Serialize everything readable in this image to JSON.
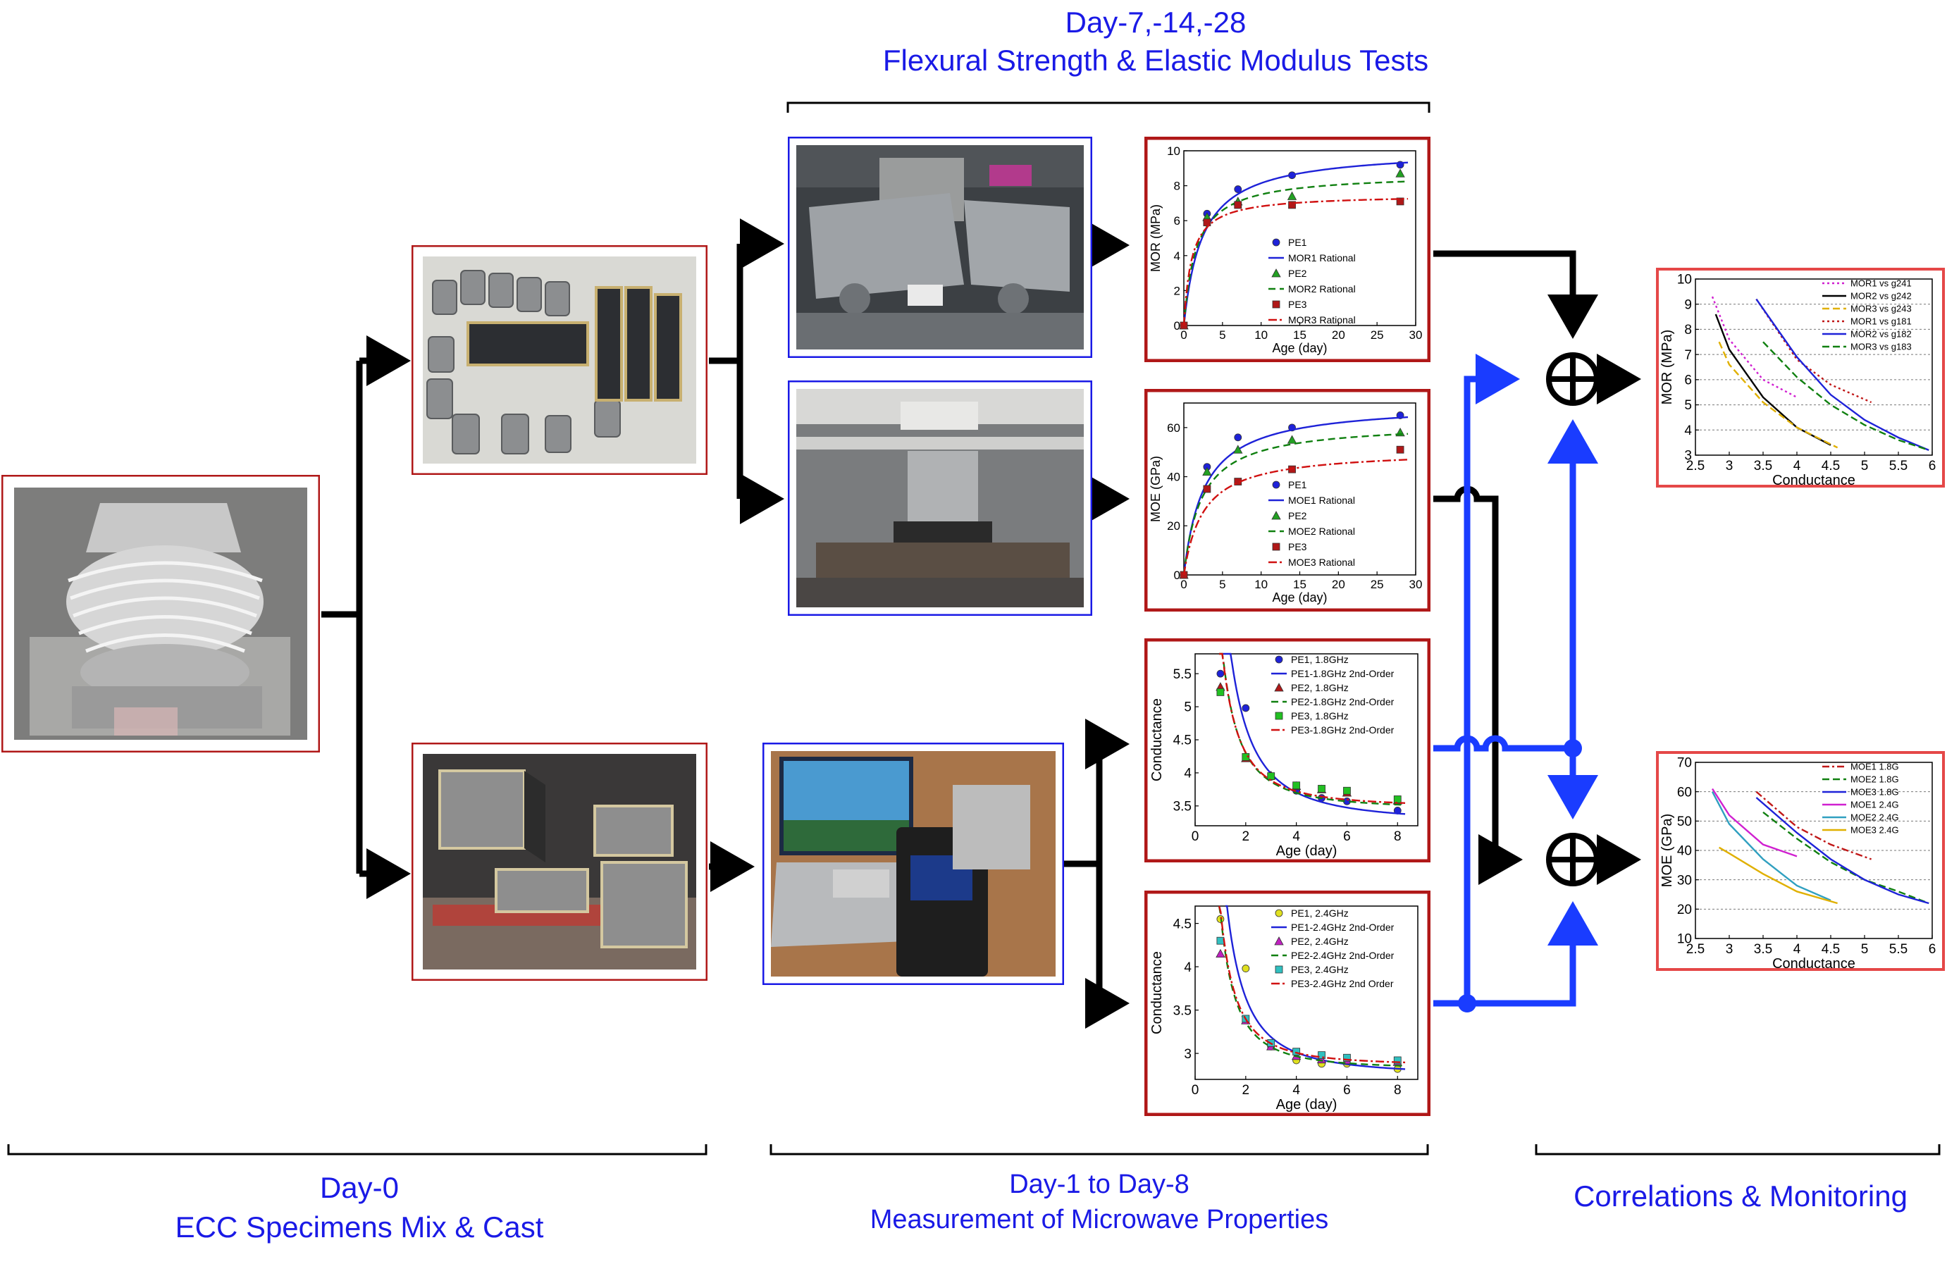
{
  "header": {
    "line1": "Day-7,-14,-28",
    "line2": "Flexural Strength & Elastic Modulus Tests"
  },
  "footer": {
    "day0_line1": "Day-0",
    "day0_line2": "ECC Specimens  Mix & Cast",
    "day18_line1": "Day-1 to Day-8",
    "day18_line2": "Measurement of Microwave Properties",
    "corr": "Correlations & Monitoring"
  },
  "colors": {
    "label_blue": "#1a1ae6",
    "frame_red": "#b01818",
    "frame_blue": "#1a1ae6",
    "arrow_blue": "#1a3cff",
    "frame_lightred": "#e54848"
  },
  "chart_data": [
    {
      "id": "mor",
      "type": "line",
      "xlabel": "Age (day)",
      "ylabel": "MOR (MPa)",
      "xlim": [
        0,
        30
      ],
      "ylim": [
        0,
        10
      ],
      "xticks": [
        0,
        5,
        10,
        15,
        20,
        25,
        30
      ],
      "yticks": [
        0,
        2,
        4,
        6,
        8,
        10
      ],
      "legend": "right",
      "series": [
        {
          "name": "PE1",
          "kind": "points",
          "marker": "circle",
          "color": "#1e22d8",
          "x": [
            0,
            3,
            7,
            14,
            28
          ],
          "y": [
            0,
            6.4,
            7.8,
            8.6,
            9.2
          ]
        },
        {
          "name": "MOR1 Rational",
          "kind": "curve",
          "dash": "",
          "color": "#1e22d8",
          "a": 10.1,
          "b": 2.4
        },
        {
          "name": "PE2",
          "kind": "points",
          "marker": "triangle",
          "color": "#22a022",
          "x": [
            0,
            3,
            7,
            14,
            28
          ],
          "y": [
            0,
            6.2,
            7.1,
            7.4,
            8.7
          ]
        },
        {
          "name": "MOR2 Rational",
          "kind": "curve",
          "dash": "10,6",
          "color": "#108010",
          "a": 8.7,
          "b": 1.6
        },
        {
          "name": "PE3",
          "kind": "points",
          "marker": "square",
          "color": "#b01818",
          "x": [
            0,
            3,
            7,
            14,
            28
          ],
          "y": [
            0,
            5.9,
            6.9,
            6.9,
            7.1
          ]
        },
        {
          "name": "MOR3 Rational",
          "kind": "curve",
          "dash": "12,4,3,4",
          "color": "#d01010",
          "a": 7.5,
          "b": 1.0
        }
      ]
    },
    {
      "id": "moe",
      "type": "line",
      "xlabel": "Age (day)",
      "ylabel": "MOE (GPa)",
      "xlim": [
        0,
        30
      ],
      "ylim": [
        0,
        70
      ],
      "xticks": [
        0,
        5,
        10,
        15,
        20,
        25,
        30
      ],
      "yticks": [
        0,
        20,
        40,
        60
      ],
      "legend": "right",
      "series": [
        {
          "name": "PE1",
          "kind": "points",
          "marker": "circle",
          "color": "#1e22d8",
          "x": [
            0,
            3,
            7,
            14,
            28
          ],
          "y": [
            0,
            44,
            56,
            60,
            65
          ]
        },
        {
          "name": "MOE1 Rational",
          "kind": "curve",
          "dash": "",
          "color": "#1e22d8",
          "a": 70,
          "b": 2.6
        },
        {
          "name": "PE2",
          "kind": "points",
          "marker": "triangle",
          "color": "#22a022",
          "x": [
            0,
            3,
            7,
            14,
            28
          ],
          "y": [
            0,
            42,
            51,
            55,
            58
          ]
        },
        {
          "name": "MOE2 Rational",
          "kind": "curve",
          "dash": "10,6",
          "color": "#108010",
          "a": 62,
          "b": 2.3
        },
        {
          "name": "PE3",
          "kind": "points",
          "marker": "square",
          "color": "#b01818",
          "x": [
            0,
            3,
            7,
            14,
            28
          ],
          "y": [
            0,
            35,
            38,
            43,
            51
          ]
        },
        {
          "name": "MOE3 Rational",
          "kind": "curve",
          "dash": "12,4,3,4",
          "color": "#d01010",
          "a": 51,
          "b": 2.5
        }
      ]
    },
    {
      "id": "g18",
      "type": "line",
      "xlabel": "Age (day)",
      "ylabel": "Conductance",
      "xlim": [
        0,
        8.8
      ],
      "ylim": [
        3.2,
        5.8
      ],
      "xticks": [
        0,
        2,
        4,
        6,
        8
      ],
      "yticks": [
        3.5,
        4,
        4.5,
        5,
        5.5
      ],
      "legend": "top-right",
      "series": [
        {
          "name": "PE1, 1.8GHz",
          "kind": "points",
          "marker": "circle",
          "color": "#1e22d8",
          "x": [
            1,
            2,
            3,
            4,
            5,
            6,
            8
          ],
          "y": [
            5.5,
            4.98,
            3.94,
            3.73,
            3.62,
            3.57,
            3.43
          ]
        },
        {
          "name": "PE1-1.8GHz 2nd-Order",
          "kind": "poly",
          "dash": "",
          "color": "#1e22d8",
          "c0": 3.25,
          "c1": 6.0,
          "p": 1.8,
          "x0": 1.1
        },
        {
          "name": "PE2, 1.8GHz",
          "kind": "points",
          "marker": "triangle",
          "color": "#b01818",
          "x": [
            1,
            2,
            3,
            4,
            5,
            6,
            8
          ],
          "y": [
            5.3,
            4.22,
            3.96,
            3.8,
            3.75,
            3.7,
            3.58
          ]
        },
        {
          "name": "PE2-1.8GHz 2nd-Order",
          "kind": "poly",
          "dash": "10,6",
          "color": "#108010",
          "c0": 3.45,
          "c1": 3.8,
          "p": 1.9,
          "x0": 0.95
        },
        {
          "name": "PE3, 1.8GHz",
          "kind": "points",
          "marker": "square",
          "color": "#22c022",
          "x": [
            1,
            2,
            3,
            4,
            5,
            6,
            8
          ],
          "y": [
            5.22,
            4.24,
            3.95,
            3.81,
            3.76,
            3.73,
            3.6
          ]
        },
        {
          "name": "PE3-1.8GHz 2nd-Order",
          "kind": "poly",
          "dash": "12,4,3,4",
          "color": "#d01010",
          "c0": 3.48,
          "c1": 3.7,
          "p": 1.9,
          "x0": 0.95
        }
      ]
    },
    {
      "id": "g24",
      "type": "line",
      "xlabel": "Age (day)",
      "ylabel": "Conductance",
      "xlim": [
        0,
        8.8
      ],
      "ylim": [
        2.7,
        4.7
      ],
      "xticks": [
        0,
        2,
        4,
        6,
        8
      ],
      "yticks": [
        3,
        3.5,
        4,
        4.5
      ],
      "legend": "top-right",
      "series": [
        {
          "name": "PE1, 2.4GHz",
          "kind": "points",
          "marker": "circle",
          "color": "#e0e020",
          "x": [
            1,
            2,
            3,
            4,
            5,
            6,
            8
          ],
          "y": [
            4.55,
            3.98,
            3.08,
            2.92,
            2.88,
            2.88,
            2.82
          ]
        },
        {
          "name": "PE1-2.4GHz 2nd-Order",
          "kind": "poly",
          "dash": "",
          "color": "#1e22d8",
          "c0": 2.75,
          "c1": 4.0,
          "p": 1.9,
          "x0": 1.2
        },
        {
          "name": "PE2, 2.4GHz",
          "kind": "points",
          "marker": "triangle",
          "color": "#c020c0",
          "x": [
            1,
            2,
            3,
            4,
            5,
            6,
            8
          ],
          "y": [
            4.15,
            3.38,
            3.08,
            2.97,
            2.93,
            2.92,
            2.9
          ]
        },
        {
          "name": "PE2-2.4GHz 2nd-Order",
          "kind": "poly",
          "dash": "10,6",
          "color": "#108010",
          "c0": 2.82,
          "c1": 2.6,
          "p": 2.0,
          "x0": 0.95
        },
        {
          "name": "PE3, 2.4GHz",
          "kind": "points",
          "marker": "square",
          "color": "#30c0c0",
          "x": [
            1,
            2,
            3,
            4,
            5,
            6,
            8
          ],
          "y": [
            4.3,
            3.4,
            3.12,
            3.02,
            2.98,
            2.95,
            2.92
          ]
        },
        {
          "name": "PE3-2.4GHz 2nd Order",
          "kind": "poly",
          "dash": "12,4,3,4",
          "color": "#d01010",
          "c0": 2.86,
          "c1": 2.6,
          "p": 2.0,
          "x0": 0.95
        }
      ]
    },
    {
      "id": "corr_mor",
      "type": "line",
      "xlabel": "Conductance",
      "ylabel": "MOR (MPa)",
      "xlim": [
        2.5,
        6
      ],
      "ylim": [
        3,
        10
      ],
      "xticks": [
        2.5,
        3,
        3.5,
        4,
        4.5,
        5,
        5.5,
        6
      ],
      "yticks": [
        3,
        4,
        5,
        6,
        7,
        8,
        9,
        10
      ],
      "grid": true,
      "legend": "top-right",
      "series": [
        {
          "name": "MOR1 vs g241",
          "dash": "3,4",
          "color": "#d020d0",
          "x": [
            2.75,
            3,
            3.5,
            4
          ],
          "y": [
            9.3,
            7.6,
            6.0,
            5.3
          ]
        },
        {
          "name": "MOR2 vs g242",
          "dash": "",
          "color": "#000000",
          "x": [
            2.8,
            3,
            3.5,
            4,
            4.5
          ],
          "y": [
            8.6,
            7.2,
            5.3,
            4.1,
            3.4
          ]
        },
        {
          "name": "MOR3 vs g243",
          "dash": "10,5",
          "color": "#e0b000",
          "x": [
            2.85,
            3,
            3.5,
            4,
            4.6
          ],
          "y": [
            7.5,
            6.6,
            5.1,
            4.1,
            3.3
          ]
        },
        {
          "name": "MOR1 vs g181",
          "dash": "3,4",
          "color": "#c01818",
          "x": [
            3.4,
            4,
            4.5,
            5.1
          ],
          "y": [
            9.2,
            6.8,
            5.8,
            5.1
          ]
        },
        {
          "name": "MOR2 vs g182",
          "dash": "",
          "color": "#1e22d8",
          "x": [
            3.4,
            4,
            4.5,
            5,
            5.5,
            5.95
          ],
          "y": [
            9.2,
            6.9,
            5.4,
            4.4,
            3.7,
            3.2
          ]
        },
        {
          "name": "MOR3 vs g183",
          "dash": "10,5",
          "color": "#108010",
          "x": [
            3.5,
            4,
            4.5,
            5,
            5.5,
            5.95
          ],
          "y": [
            7.5,
            6.1,
            5.0,
            4.2,
            3.6,
            3.2
          ]
        }
      ]
    },
    {
      "id": "corr_moe",
      "type": "line",
      "xlabel": "Conductance",
      "ylabel": "MOE (GPa)",
      "xlim": [
        2.5,
        6
      ],
      "ylim": [
        10,
        70
      ],
      "xticks": [
        2.5,
        3,
        3.5,
        4,
        4.5,
        5,
        5.5,
        6
      ],
      "yticks": [
        10,
        20,
        30,
        40,
        50,
        60,
        70
      ],
      "grid": true,
      "legend": "top-right",
      "series": [
        {
          "name": "MOE1 1.8G",
          "dash": "10,4,3,4",
          "color": "#c01818",
          "x": [
            3.4,
            4,
            4.5,
            5.1
          ],
          "y": [
            60,
            48,
            42,
            37
          ]
        },
        {
          "name": "MOE2 1.8G",
          "dash": "10,5",
          "color": "#108010",
          "x": [
            3.5,
            4,
            4.5,
            5,
            5.5,
            5.95
          ],
          "y": [
            53,
            44,
            36,
            30,
            26,
            22
          ]
        },
        {
          "name": "MOE3 1.8G",
          "dash": "",
          "color": "#1e22d8",
          "x": [
            3.4,
            4,
            4.5,
            5,
            5.5,
            5.95
          ],
          "y": [
            58,
            46,
            37,
            30,
            25,
            22
          ]
        },
        {
          "name": "MOE1 2.4G",
          "dash": "",
          "color": "#d020d0",
          "x": [
            2.75,
            3,
            3.5,
            4
          ],
          "y": [
            61,
            52,
            42,
            38
          ]
        },
        {
          "name": "MOE2 2.4G",
          "dash": "",
          "color": "#30a0c0",
          "x": [
            2.75,
            3,
            3.5,
            4,
            4.5
          ],
          "y": [
            60,
            49,
            37,
            28,
            23
          ]
        },
        {
          "name": "MOE3 2.4G",
          "dash": "",
          "color": "#e0b000",
          "x": [
            2.85,
            3,
            3.5,
            4,
            4.6
          ],
          "y": [
            41,
            39,
            32,
            26,
            22
          ]
        }
      ]
    }
  ]
}
